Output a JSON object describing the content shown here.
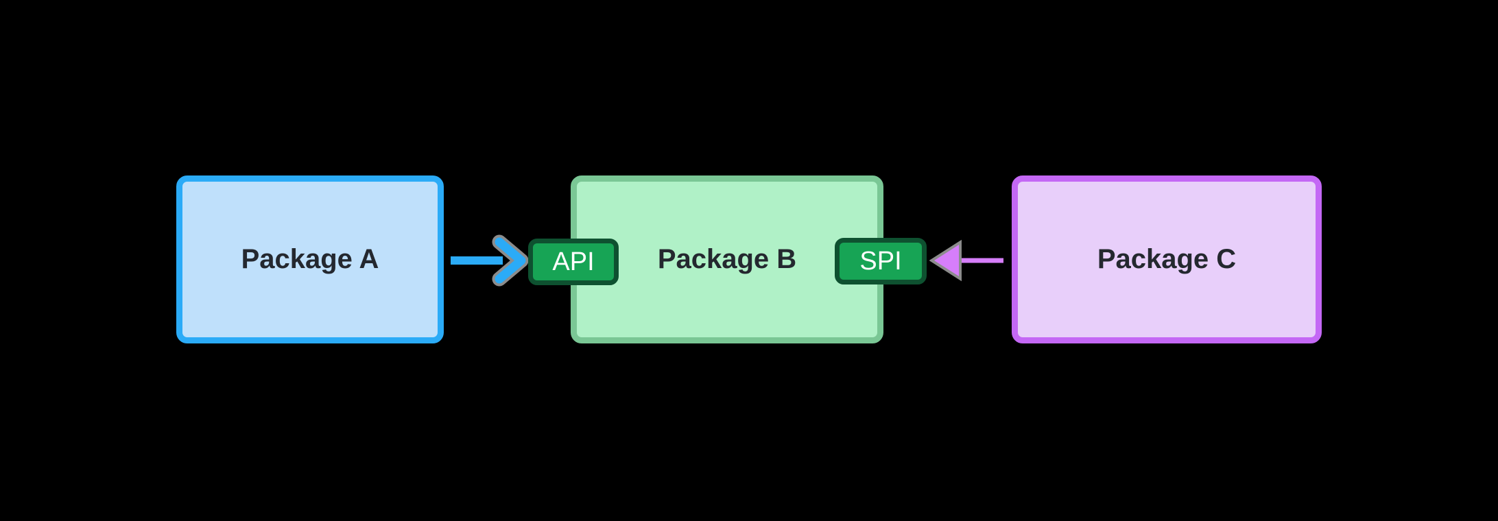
{
  "diagram": {
    "background_color": "#000000",
    "outline_gray_color": "#8c8c8c",
    "text_color": "#24282f",
    "nodes": [
      {
        "id": "package-a",
        "label": "Package A",
        "fill": "#bfe0fb",
        "border_color": "#2babf7"
      },
      {
        "id": "package-b",
        "label": "Package B",
        "fill": "#b0f1c7",
        "border_color": "#7ac795"
      },
      {
        "id": "package-c",
        "label": "Package C",
        "fill": "#e8cffa",
        "border_color": "#c468f5"
      }
    ],
    "badges": [
      {
        "id": "api-badge",
        "label": "API",
        "fill": "#17a455",
        "border_color": "#0e5130",
        "text_color": "#ffffff",
        "attached_to": "package-b",
        "side": "left"
      },
      {
        "id": "spi-badge",
        "label": "SPI",
        "fill": "#17a455",
        "border_color": "#0e5130",
        "text_color": "#ffffff",
        "attached_to": "package-b",
        "side": "right"
      }
    ],
    "arrows": [
      {
        "id": "arrow-a-to-api",
        "from": "package-a",
        "to": "api-badge",
        "direction": "right",
        "color": "#2babf7",
        "head_style": "open-chevron",
        "head_outline": "#8c8c8c"
      },
      {
        "id": "arrow-c-to-spi",
        "from": "package-c",
        "to": "spi-badge",
        "direction": "left",
        "color": "#d67efa",
        "head_style": "filled-triangle",
        "head_outline": "#8c8c8c"
      }
    ]
  }
}
